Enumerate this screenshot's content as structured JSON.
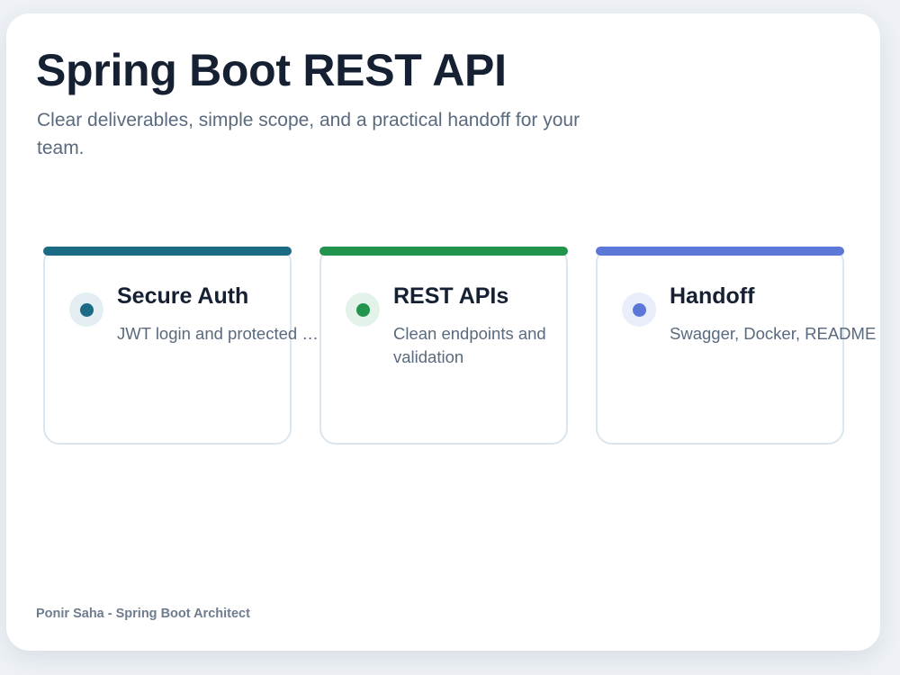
{
  "header": {
    "title": "Spring Boot REST API",
    "subtitle": "Clear deliverables, simple scope, and a practical handoff for your team."
  },
  "features": [
    {
      "title": "Secure Auth",
      "description": "JWT login and protected routes",
      "icon": "dot-icon",
      "accent_color": "#1b6b85",
      "icon_bg": "#e4eef2"
    },
    {
      "title": "REST APIs",
      "description": "Clean endpoints and validation",
      "icon": "dot-icon",
      "accent_color": "#22944e",
      "icon_bg": "#e3f3ea"
    },
    {
      "title": "Handoff",
      "description": "Swagger, Docker, README",
      "icon": "dot-icon",
      "accent_color": "#5b78d9",
      "icon_bg": "#eaeefb"
    }
  ],
  "footer": {
    "credit": "Ponir Saha - Spring Boot Architect"
  }
}
